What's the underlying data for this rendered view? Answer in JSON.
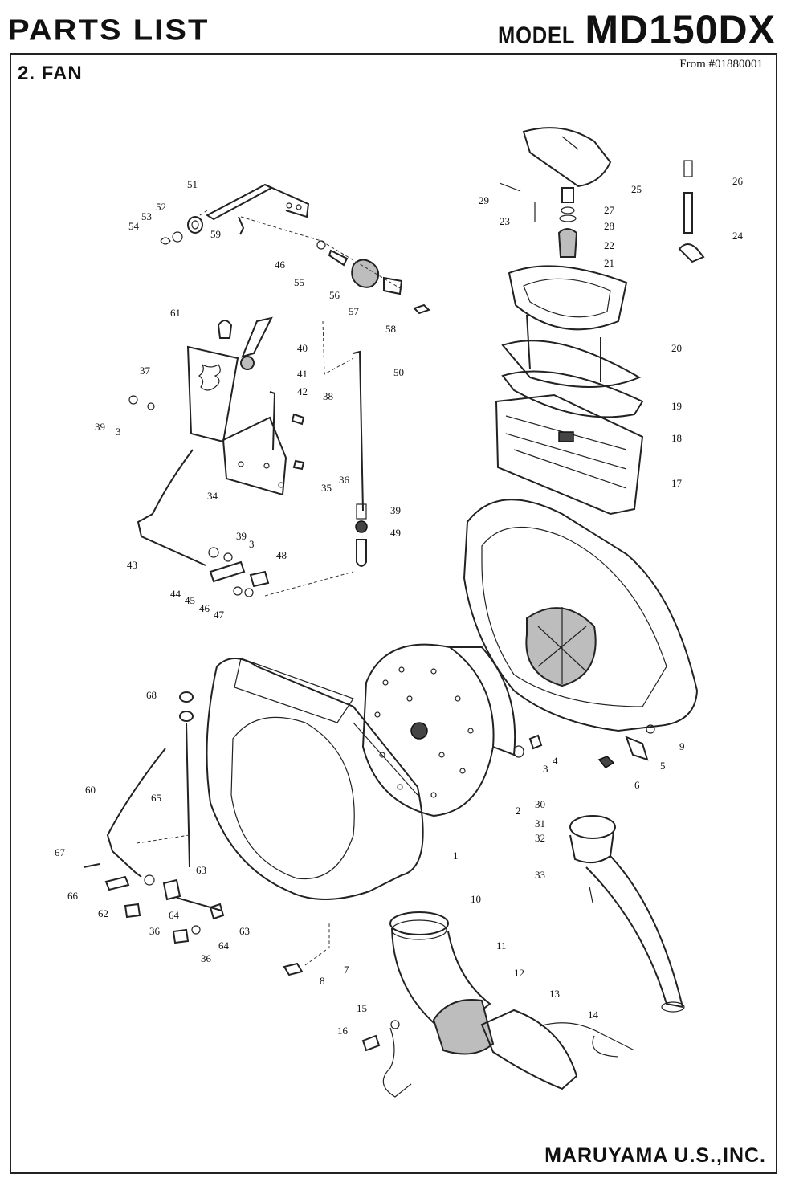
{
  "header": {
    "title": "PARTS LIST",
    "model_prefix": "MODEL",
    "model_number": "MD150DX",
    "section": "2. FAN",
    "serial_from": "From #01880001"
  },
  "footer": {
    "manufacturer": "MARUYAMA U.S.,INC."
  },
  "callouts": {
    "c51": "51",
    "c52": "52",
    "c53": "53",
    "c54": "54",
    "c59": "59",
    "c46a": "46",
    "c55": "55",
    "c56": "56",
    "c57": "57",
    "c58": "58",
    "c61": "61",
    "c40": "40",
    "c41": "41",
    "c42": "42",
    "c37": "37",
    "c38": "38",
    "c39a": "39",
    "c3a": "3",
    "c36a": "36",
    "c35": "35",
    "c34": "34",
    "c50": "50",
    "c39b": "39",
    "c49": "49",
    "c39c": "39",
    "c3b": "3",
    "c48": "48",
    "c43": "43",
    "c44": "44",
    "c45": "45",
    "c46b": "46",
    "c47": "47",
    "c29": "29",
    "c23": "23",
    "c27": "27",
    "c28": "28",
    "c22": "22",
    "c21": "21",
    "c25": "25",
    "c26": "26",
    "c24": "24",
    "c20": "20",
    "c19": "19",
    "c18": "18",
    "c17": "17",
    "c68": "68",
    "c60": "60",
    "c65": "65",
    "c67": "67",
    "c66": "66",
    "c62": "62",
    "c63a": "63",
    "c64a": "64",
    "c36b": "36",
    "c63b": "63",
    "c64b": "64",
    "c36c": "36",
    "c9": "9",
    "c4": "4",
    "c3c": "3",
    "c5": "5",
    "c6": "6",
    "c2": "2",
    "c30": "30",
    "c31": "31",
    "c32": "32",
    "c33": "33",
    "c1": "1",
    "c10": "10",
    "c11": "11",
    "c12": "12",
    "c13": "13",
    "c14": "14",
    "c15": "15",
    "c16": "16",
    "c7": "7",
    "c8": "8"
  },
  "colors": {
    "ink": "#222222",
    "paper": "#ffffff",
    "shade": "#bdbdbd"
  }
}
